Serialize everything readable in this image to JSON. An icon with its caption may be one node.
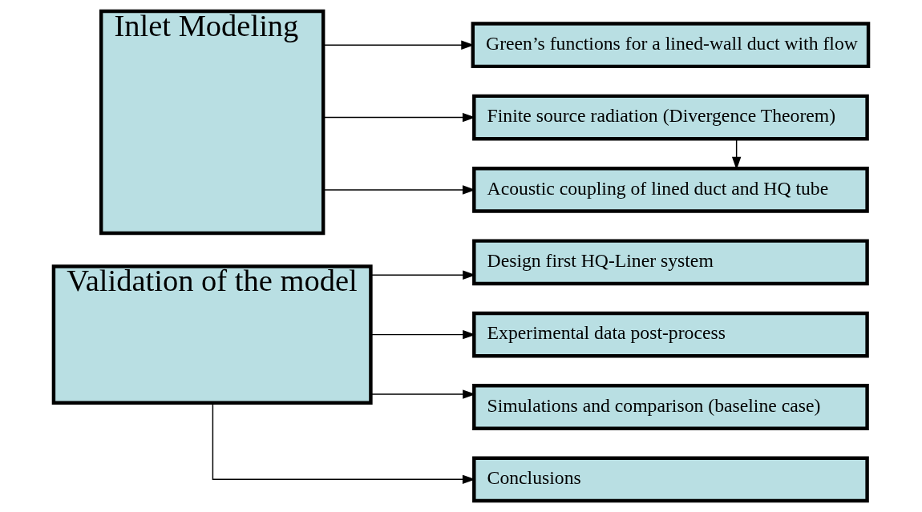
{
  "diagram": {
    "nodes": [
      {
        "text": [
          "Inlet Modeling"
        ]
      },
      {
        "text": [
          "Green’s functions for a lined-wall duct with flow"
        ]
      },
      {
        "text": [
          "Finite source radiation (Divergence Theorem)"
        ]
      },
      {
        "text": [
          "Acoustic coupling of lined duct and HQ tube"
        ]
      },
      {
        "text": [
          "Validation of the model"
        ]
      },
      {
        "text": [
          "Design first HQ-Liner system"
        ]
      },
      {
        "text": [
          "Experimental data post-process"
        ]
      },
      {
        "text": [
          "Simulations and comparison (baseline case)"
        ]
      },
      {
        "text": [
          "Conclusions"
        ]
      }
    ],
    "edges": [
      {
        "from": 0,
        "to": 1,
        "arrow": "to"
      },
      {
        "from": 0,
        "to": 2,
        "arrow": "to"
      },
      {
        "from": 0,
        "to": 3,
        "arrow": "to"
      },
      {
        "from": 2,
        "to": 3,
        "arrow": "to"
      },
      {
        "from": 4,
        "to": 5,
        "arrow": "to"
      },
      {
        "from": 4,
        "to": 6,
        "arrow": "to"
      },
      {
        "from": 4,
        "to": 7,
        "arrow": "to"
      },
      {
        "from": 4,
        "to": 8,
        "arrow": "to"
      }
    ]
  }
}
